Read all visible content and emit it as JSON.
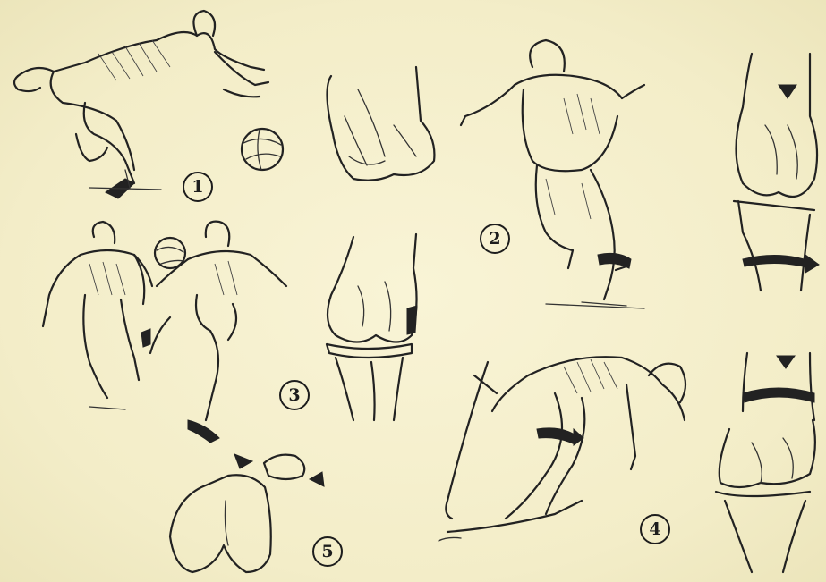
{
  "figure": {
    "labels": [
      "1",
      "2",
      "3",
      "4",
      "5"
    ],
    "ink_color": "#222222",
    "paper_color": "#f6f1cf"
  }
}
